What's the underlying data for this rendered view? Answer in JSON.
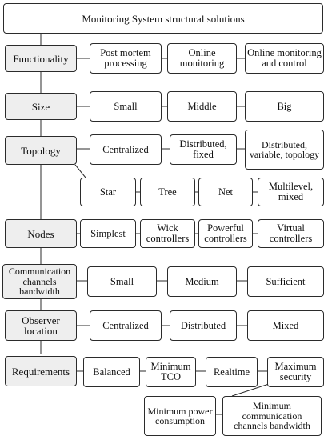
{
  "title": "Monitoring System structural solutions",
  "functionality": {
    "label": "Functionality",
    "options": [
      "Post mortem processing",
      "Online monitoring",
      "Online monitoring and control"
    ]
  },
  "size": {
    "label": "Size",
    "options": [
      "Small",
      "Middle",
      "Big"
    ]
  },
  "topology": {
    "label": "Topology",
    "options": [
      "Centralized",
      "Distributed, fixed",
      "Distributed, variable, topology"
    ],
    "options_row2": [
      "Star",
      "Tree",
      "Net",
      "Multilevel, mixed"
    ]
  },
  "nodes": {
    "label": "Nodes",
    "options": [
      "Simplest",
      "Wick controllers",
      "Powerful controllers",
      "Virtual controllers"
    ]
  },
  "bandwidth": {
    "label": "Communication channels bandwidth",
    "options": [
      "Small",
      "Medium",
      "Sufficient"
    ]
  },
  "observer": {
    "label": "Observer location",
    "options": [
      "Centralized",
      "Distributed",
      "Mixed"
    ]
  },
  "requirements": {
    "label": "Requirements",
    "options": [
      "Balanced",
      "Minimum TCO",
      "Realtime",
      "Maximum security"
    ],
    "options_row2": [
      "Minimum power consumption",
      "Minimum communication channels bandwidth"
    ]
  }
}
